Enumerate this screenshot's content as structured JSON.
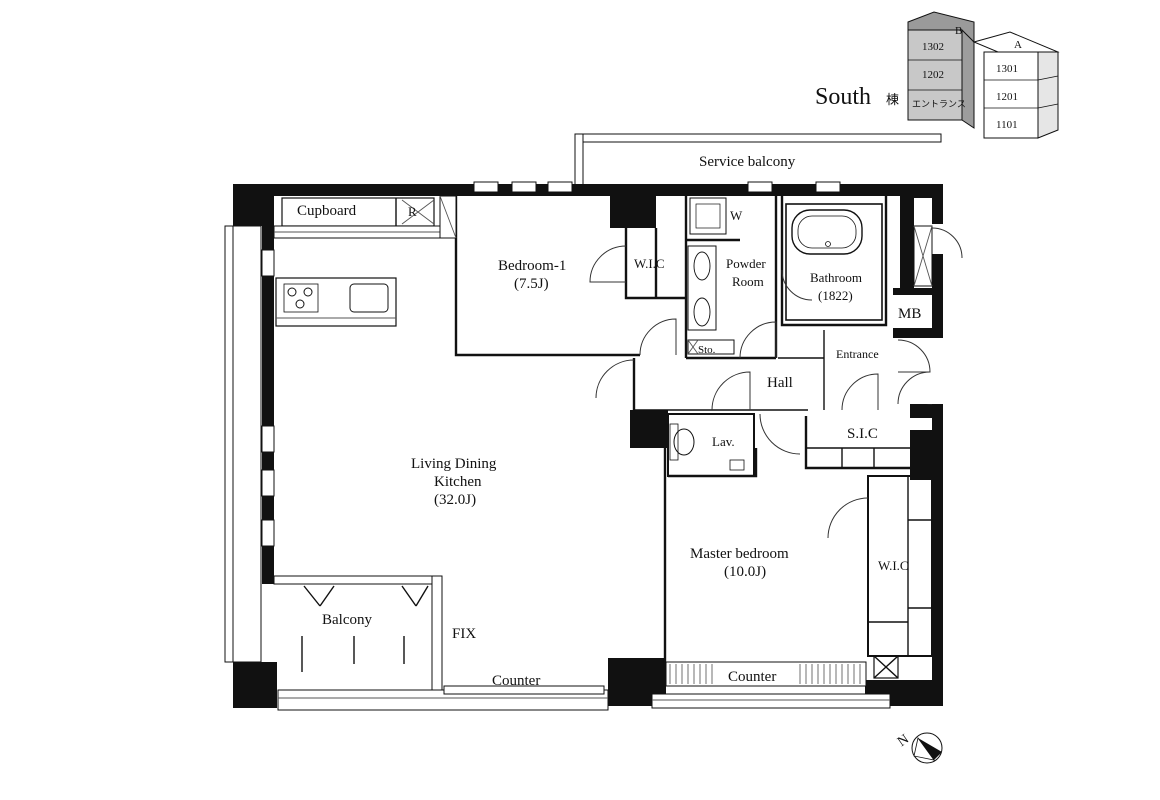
{
  "building": {
    "label": "South",
    "label_suffix": "棟",
    "key_map": {
      "col_b": "B",
      "col_a": "A",
      "b_units": [
        "1302",
        "1202",
        "エントランス"
      ],
      "a_units": [
        "1301",
        "1201",
        "1101"
      ]
    }
  },
  "rooms": {
    "service_balcony": "Service balcony",
    "cupboard": "Cupboard",
    "refrigerator": "R",
    "bedroom1_name": "Bedroom-1",
    "bedroom1_size": "(7.5J)",
    "wic1": "W.I.C",
    "washer": "W",
    "powder_room_line1": "Powder",
    "powder_room_line2": "Room",
    "bathroom_name": "Bathroom",
    "bathroom_size": "(1822)",
    "mb": "MB",
    "storage": "Sto.",
    "entrance": "Entrance",
    "hall": "Hall",
    "lavatory": "Lav.",
    "sic": "S.I.C",
    "ldk_line1": "Living Dining",
    "ldk_line2": "Kitchen",
    "ldk_size": "(32.0J)",
    "master_name": "Master bedroom",
    "master_size": "(10.0J)",
    "wic2": "W.I.C",
    "balcony": "Balcony",
    "fix": "FIX",
    "counter_left": "Counter",
    "counter_right": "Counter"
  },
  "compass": {
    "label": "N"
  }
}
